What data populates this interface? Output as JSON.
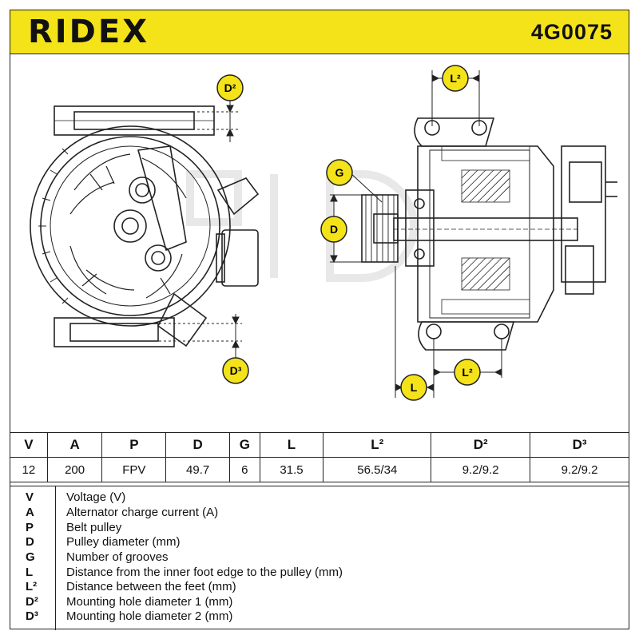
{
  "header": {
    "brand": "RIDEX",
    "part_number": "4G0075"
  },
  "markers": {
    "d2_top": "D²",
    "d3_bottom": "D³",
    "l2_top": "L²",
    "l2_bottom": "L²",
    "g": "G",
    "d": "D",
    "l": "L"
  },
  "specs": {
    "headers": [
      "V",
      "A",
      "P",
      "D",
      "G",
      "L",
      "L²",
      "D²",
      "D³"
    ],
    "values": [
      "12",
      "200",
      "FPV",
      "49.7",
      "6",
      "31.5",
      "56.5/34",
      "9.2/9.2",
      "9.2/9.2"
    ]
  },
  "legend": [
    {
      "symbol": "V",
      "description": "Voltage (V)"
    },
    {
      "symbol": "A",
      "description": "Alternator charge current (A)"
    },
    {
      "symbol": "P",
      "description": "Belt pulley"
    },
    {
      "symbol": "D",
      "description": "Pulley diameter (mm)"
    },
    {
      "symbol": "G",
      "description": "Number of grooves"
    },
    {
      "symbol": "L",
      "description": "Distance from the inner foot edge to the pulley (mm)"
    },
    {
      "symbol": "L²",
      "description": "Distance between the feet (mm)"
    },
    {
      "symbol": "D²",
      "description": "Mounting hole diameter 1 (mm)"
    },
    {
      "symbol": "D³",
      "description": "Mounting hole diameter 2 (mm)"
    }
  ],
  "colors": {
    "brand_yellow": "#f5e31a",
    "line": "#222222"
  }
}
